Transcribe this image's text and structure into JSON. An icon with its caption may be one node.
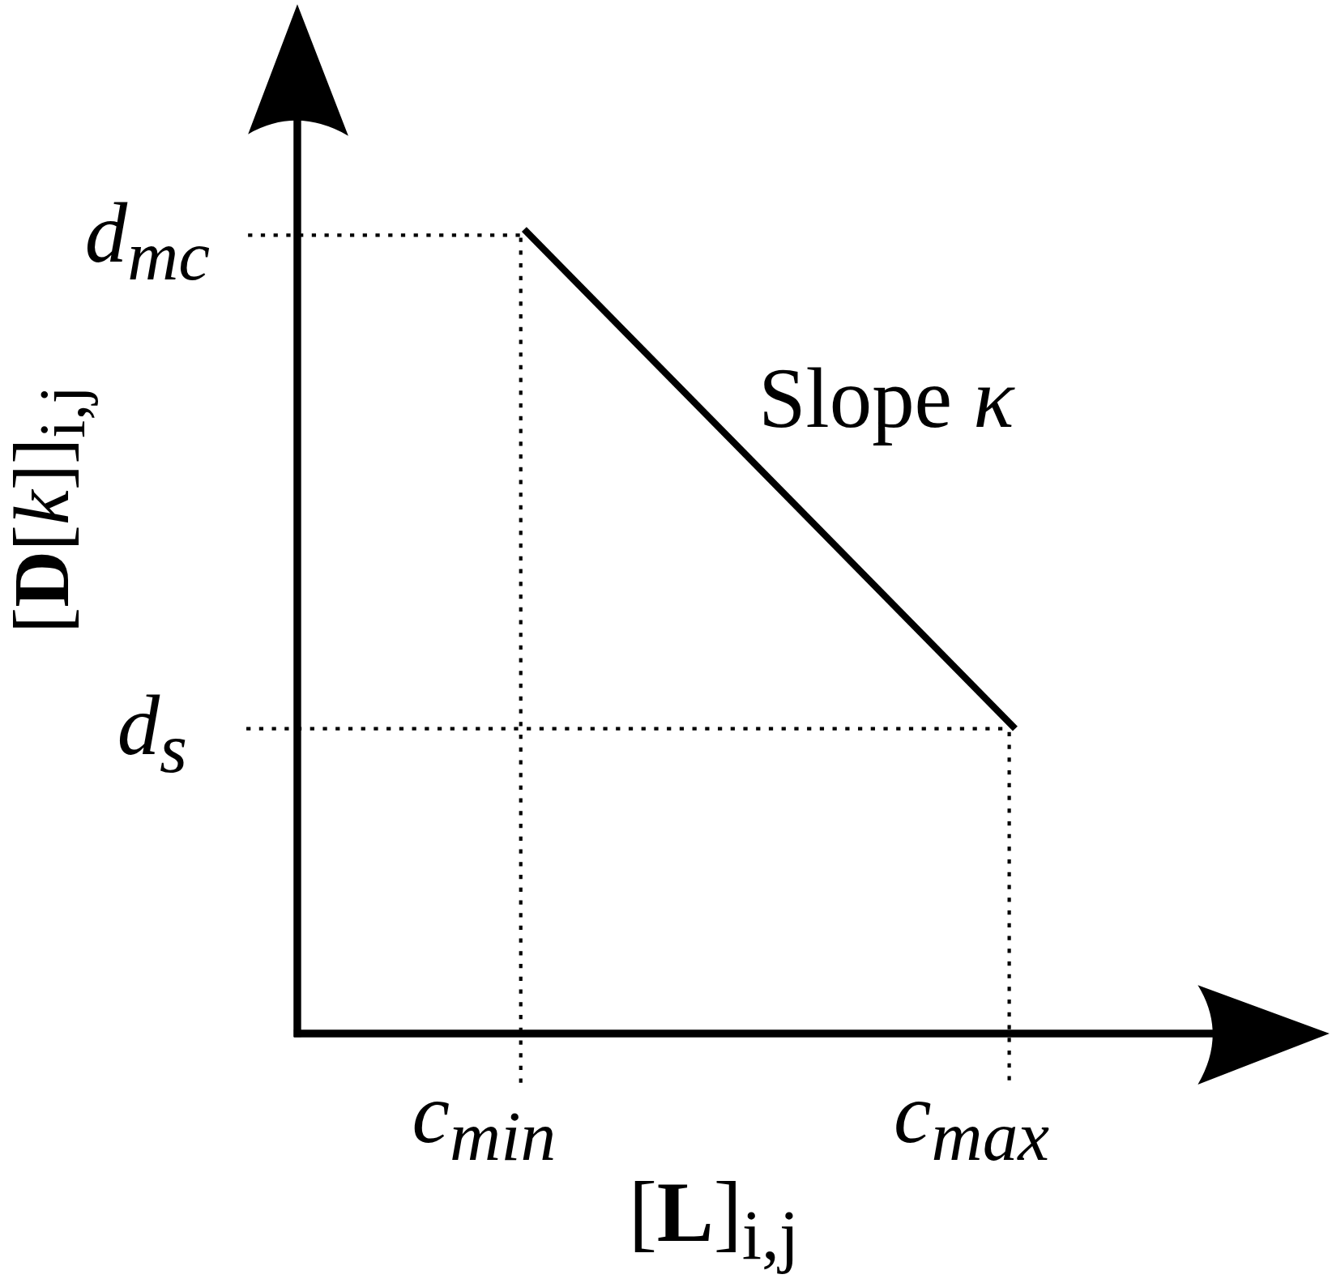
{
  "diagram": {
    "labels": [
      "d$_{mc}$",
      "[**D**[*k*]]$_{i,j}$",
      "Slope *κ*",
      "d$_{s}$",
      "c$_{min}$",
      "c$_{max}$",
      "[**L**]$_{i,j}$"
    ]
  }
}
